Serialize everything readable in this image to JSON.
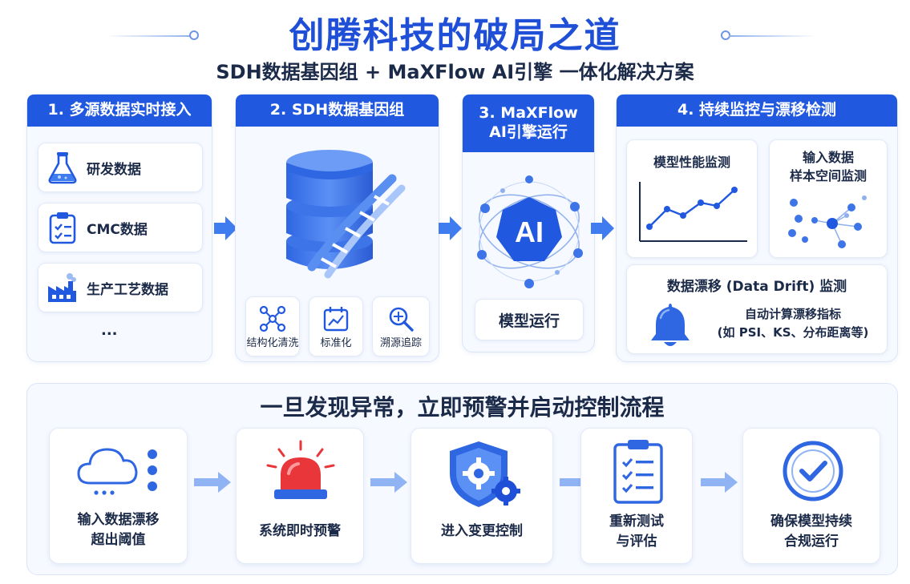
{
  "title": "创腾科技的破局之道",
  "subtitle": "SDH数据基因组 + MaXFlow AI引擎 一体化解决方案",
  "panel1": {
    "head": "1. 多源数据实时接入",
    "items": [
      "研发数据",
      "CMC数据",
      "生产工艺数据"
    ],
    "more": "..."
  },
  "panel2": {
    "head": "2. SDH数据基因组",
    "tools": [
      "结构化清洗",
      "标准化",
      "溯源追踪"
    ]
  },
  "panel3": {
    "head_line1": "3. MaXFlow",
    "head_line2": "AI引擎运行",
    "ai_label": "AI",
    "run_label": "模型运行"
  },
  "panel4": {
    "head": "4. 持续监控与漂移检测",
    "perf_label": "模型性能监测",
    "input_label_line1": "输入数据",
    "input_label_line2": "样本空间监测",
    "drift_title": "数据漂移 (Data Drift) 监测",
    "drift_desc_line1": "自动计算漂移指标",
    "drift_desc_line2": "(如 PSI、KS、分布距离等)"
  },
  "alert": {
    "title": "一旦发现异常，立即预警并启动控制流程",
    "steps": [
      {
        "line1": "输入数据漂移",
        "line2": "超出阈值"
      },
      {
        "line1": "系统即时预警",
        "line2": ""
      },
      {
        "line1": "进入变更控制",
        "line2": ""
      },
      {
        "line1": "重新测试",
        "line2": "与评估"
      },
      {
        "line1": "确保模型持续",
        "line2": "合规运行"
      }
    ]
  },
  "colors": {
    "primary": "#2158e0",
    "title": "#1f4fd6",
    "alarm": "#e8363a",
    "panel_bg": "#f6f9ff"
  }
}
